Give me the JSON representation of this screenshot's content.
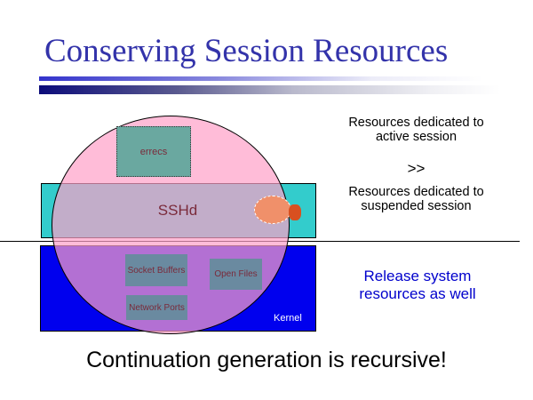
{
  "title": "Conserving Session Resources",
  "diagram": {
    "user_process_box": "errecs",
    "sshd_label": "SSHd",
    "kernel_label": "Kernel",
    "kernel_boxes": [
      "Socket Buffers",
      "Open Files",
      "Network Ports"
    ]
  },
  "right": {
    "line1": "Resources dedicated to active session",
    "compare": ">>",
    "line2": "Resources dedicated to suspended session",
    "line3": "Release system resources as well"
  },
  "footer": "Continuation generation is recursive!",
  "colors": {
    "title": "#3333aa",
    "sshd": "#33cccc",
    "kernel": "#0000ee",
    "circle": "#ff99cc",
    "accent": "#0000cc"
  }
}
